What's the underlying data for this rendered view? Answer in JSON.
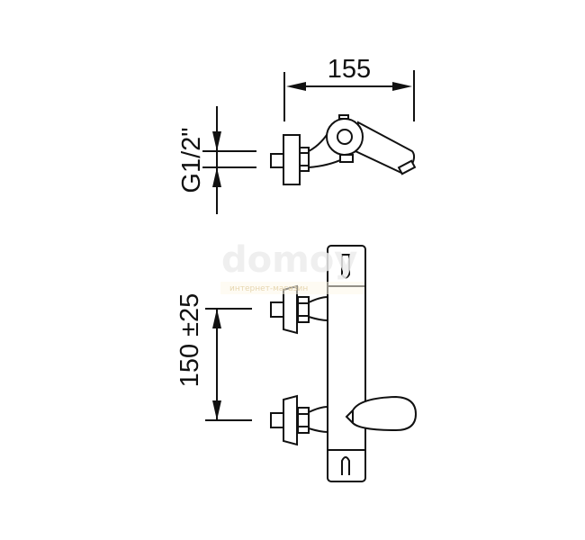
{
  "drawing": {
    "top_view": {
      "width_dimension": "155",
      "thread_dimension": "G1/2\""
    },
    "front_view": {
      "spacing_dimension": "150 ±25"
    },
    "watermark": {
      "brand": "domoy",
      "tagline": "интернет-магазин"
    }
  }
}
